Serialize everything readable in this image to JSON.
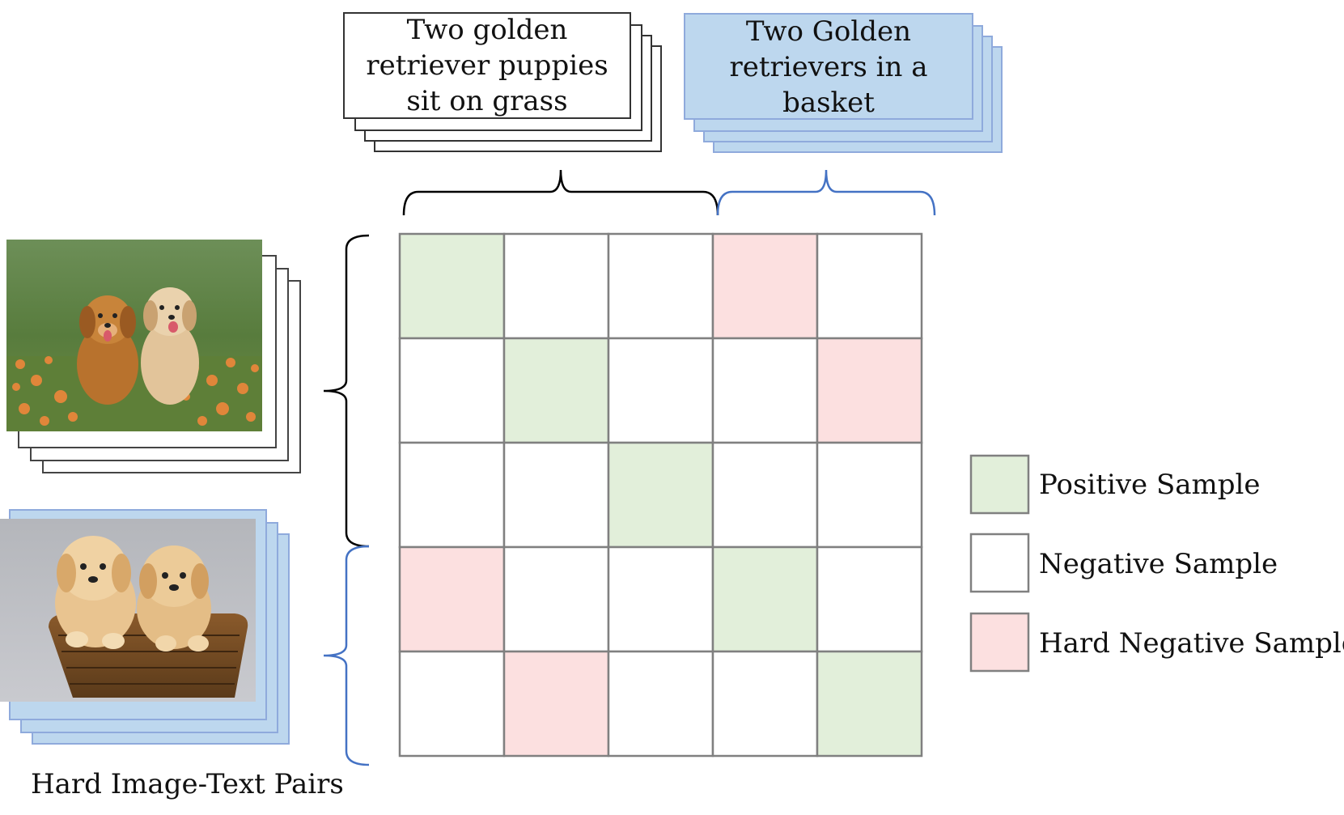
{
  "captions": [
    {
      "lines": [
        "Two golden",
        "retriever puppies",
        "sit on grass"
      ],
      "style": "white"
    },
    {
      "lines": [
        "Two Golden",
        "retrievers in  a",
        "basket"
      ],
      "style": "blue"
    }
  ],
  "images": [
    {
      "name": "puppies-on-grass-photo",
      "style": "white"
    },
    {
      "name": "puppies-in-basket-photo",
      "style": "blue"
    }
  ],
  "matrix": {
    "rows": 5,
    "cols": 5,
    "cells": [
      [
        "positive",
        "negative",
        "negative",
        "hard_negative",
        "negative"
      ],
      [
        "negative",
        "positive",
        "negative",
        "negative",
        "hard_negative"
      ],
      [
        "negative",
        "negative",
        "positive",
        "negative",
        "negative"
      ],
      [
        "hard_negative",
        "negative",
        "negative",
        "positive",
        "negative"
      ],
      [
        "negative",
        "hard_negative",
        "negative",
        "negative",
        "positive"
      ]
    ]
  },
  "legend": {
    "positive": "Positive Sample",
    "negative": "Negative Sample",
    "hard_negative": "Hard Negative Sample"
  },
  "footer_label": "Hard Image-Text Pairs",
  "colors": {
    "positive": "#e2efda",
    "negative": "#ffffff",
    "hard_negative": "#fce0e0",
    "blue_fill": "#bdd7ee",
    "blue_stroke": "#8faadc",
    "blue_brace": "#4472c4",
    "black_brace": "#000000",
    "grid_stroke": "#808080"
  }
}
